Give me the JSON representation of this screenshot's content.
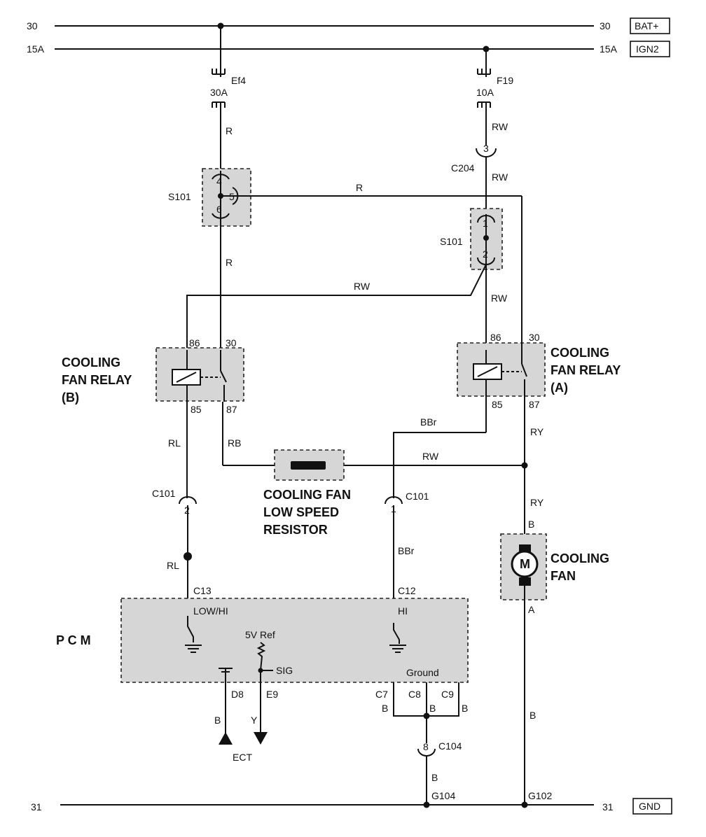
{
  "rails": {
    "bat_left": "30",
    "bat_right": "30",
    "bat_tag": "BAT+",
    "ign_left": "15A",
    "ign_right": "15A",
    "ign_tag": "IGN2",
    "gnd_left": "31",
    "gnd_right": "31",
    "gnd_tag": "GND"
  },
  "fuses": {
    "ef4_name": "Ef4",
    "ef4_rating": "30A",
    "f19_name": "F19",
    "f19_rating": "10A"
  },
  "connectors": {
    "c204": "C204",
    "c204_pin": "3",
    "s101": "S101",
    "s101_left_pins": [
      "4",
      "5",
      "6"
    ],
    "s101_right_pins": [
      "1",
      "2"
    ],
    "c101": "C101",
    "c101_left_pin": "2",
    "c101_right_pin": "1",
    "c104": "C104",
    "c104_pin": "8",
    "c13": "C13",
    "c12": "C12",
    "c7": "C7",
    "c8": "C8",
    "c9": "C9",
    "d8": "D8",
    "e9": "E9",
    "g104": "G104",
    "g102": "G102"
  },
  "wires": {
    "r": "R",
    "rw": "RW",
    "rl": "RL",
    "rb": "RB",
    "bbr": "BBr",
    "ry": "RY",
    "b": "B",
    "a": "A",
    "y": "Y"
  },
  "relay_b": {
    "line1": "COOLING",
    "line2": "FAN RELAY",
    "line3": "(B)",
    "pins": [
      "86",
      "30",
      "85",
      "87"
    ]
  },
  "relay_a": {
    "line1": "COOLING",
    "line2": "FAN RELAY",
    "line3": "(A)",
    "pins": [
      "86",
      "30",
      "85",
      "87"
    ]
  },
  "resistor": {
    "line1": "COOLING FAN",
    "line2": "LOW SPEED",
    "line3": "RESISTOR"
  },
  "fan": {
    "line1": "COOLING",
    "line2": "FAN",
    "motor": "M"
  },
  "pcm": {
    "label": "P  C  M",
    "low_hi": "LOW/HI",
    "hi": "HI",
    "ref": "5V Ref",
    "sig": "SIG",
    "ground": "Ground"
  },
  "ect": "ECT"
}
